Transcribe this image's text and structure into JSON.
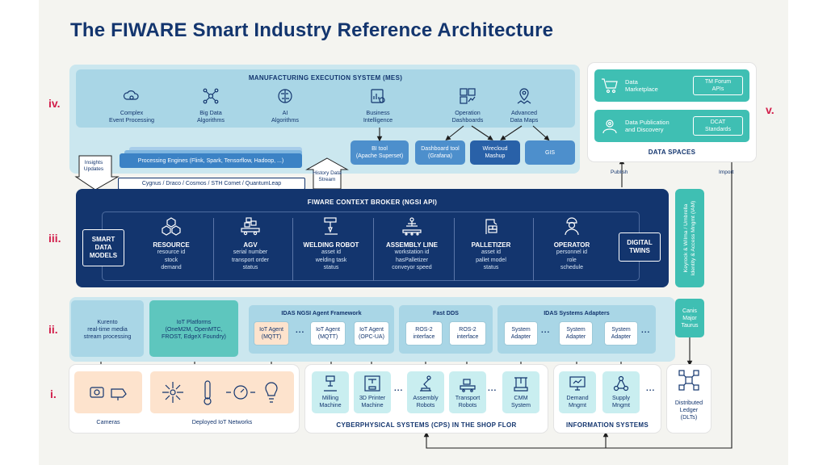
{
  "title": "The FIWARE Smart Industry Reference Architecture",
  "levels": {
    "iv": "iv.",
    "iii": "iii.",
    "ii": "ii.",
    "i": "i.",
    "v": "v."
  },
  "mes": {
    "header": "MANUFACTURING EXECUTION SYSTEM (MES)",
    "items": [
      {
        "label": "Complex\nEvent Processing",
        "icon": "cloud-gear-icon"
      },
      {
        "label": "Big Data\nAlgorithms",
        "icon": "network-icon"
      },
      {
        "label": "AI\nAlgorithms",
        "icon": "brain-icon"
      },
      {
        "label": "Business\nIntelligence",
        "icon": "chart-report-icon"
      },
      {
        "label": "Operation\nDashboards",
        "icon": "dashboard-icon"
      },
      {
        "label": "Advanced\nData Maps",
        "icon": "map-pin-icon"
      }
    ],
    "processing_engines": "Processing Engines (Flink, Spark, Tensorflow, Hadoop, ...)",
    "tools": [
      {
        "label": "BI tool\n(Apache Superset)"
      },
      {
        "label": "Dashboard tool\n(Grafana)"
      },
      {
        "label": "Wirecloud\nMashup"
      },
      {
        "label": "GIS"
      }
    ]
  },
  "insights": "Insights\nUpdates",
  "history": "History Data\nStream",
  "persistence": "Cygnus / Draco /  Cosmos / STH Comet / QuantumLeap",
  "data_spaces": {
    "title": "DATA SPACES",
    "rows": [
      {
        "label": "Data\nMarketplace",
        "tag": "TM Forum\nAPIs",
        "icon": "cart-icon"
      },
      {
        "label": "Data Publication\nand Discovery",
        "tag": "DCAT\nStandards",
        "icon": "gear-people-icon"
      }
    ],
    "publish": "Publish",
    "import": "Import"
  },
  "broker": {
    "header": "FIWARE CONTEXT BROKER (NGSI API)",
    "smart_models": "SMART\nDATA\nMODELS",
    "digital_twins": "DIGITAL\nTWINS",
    "entities": [
      {
        "title": "RESOURCE",
        "attrs": "resource id\nstock\ndemand",
        "icon": "cubes-icon"
      },
      {
        "title": "AGV",
        "attrs": "serial number\ntransport order\nstatus",
        "icon": "agv-icon"
      },
      {
        "title": "WELDING ROBOT",
        "attrs": "asset id\nwelding task\nstatus",
        "icon": "welding-icon"
      },
      {
        "title": "ASSEMBLY LINE",
        "attrs": "workstation id\nhasPalletizer\nconveyor speed",
        "icon": "assembly-icon"
      },
      {
        "title": "PALLETIZER",
        "attrs": "asset id\npallet model\nstatus",
        "icon": "palletizer-icon"
      },
      {
        "title": "OPERATOR",
        "attrs": "personnel id\nrole\nschedule",
        "icon": "operator-icon"
      }
    ]
  },
  "iam": "Keyrock & Wilma / Umbrella\nIdentity & Access Mngmt (IAM)",
  "kurento": "Kurento\nreal-time media\nstream processing",
  "iot_platforms": "IoT Platforms\n(OneM2M, OpenMTC,\nFROST, EdgeX Foundry)",
  "agents": {
    "header": "IDAS NGSI Agent Framework",
    "items": [
      "IoT Agent\n(MQTT)",
      "IoT Agent\n(MQTT)",
      "IoT Agent\n(OPC-UA)"
    ]
  },
  "fastdds": {
    "header": "Fast DDS",
    "items": [
      "ROS-2\ninterface",
      "ROS-2\ninterface"
    ]
  },
  "adapters": {
    "header": "IDAS Systems Adapters",
    "items": [
      "System\nAdapter",
      "System\nAdapter",
      "System\nAdapter"
    ]
  },
  "canis": "Canis\nMajor\nTaurus",
  "dots": "...",
  "devices": {
    "cameras": "Cameras",
    "iot_networks": "Deployed IoT Networks",
    "cps_title": "CYBERPHYSICAL SYSTEMS (CPS) IN THE SHOP FLOR",
    "cps_items": [
      "Milling\nMachine",
      "3D Printer\nMachine",
      "Assembly\nRobots",
      "Transport\nRobots",
      "CMM\nSystem"
    ],
    "is_title": "INFORMATION SYSTEMS",
    "is_items": [
      "Demand\nMngmt",
      "Supply\nMngmt"
    ],
    "ledger": "Distributed\nLedger\n(DLTs)"
  },
  "colors": {
    "navy": "#13356e",
    "teal": "#3fbfb3",
    "light_blue": "#cbe7ef",
    "accent": "#d21f4b"
  }
}
